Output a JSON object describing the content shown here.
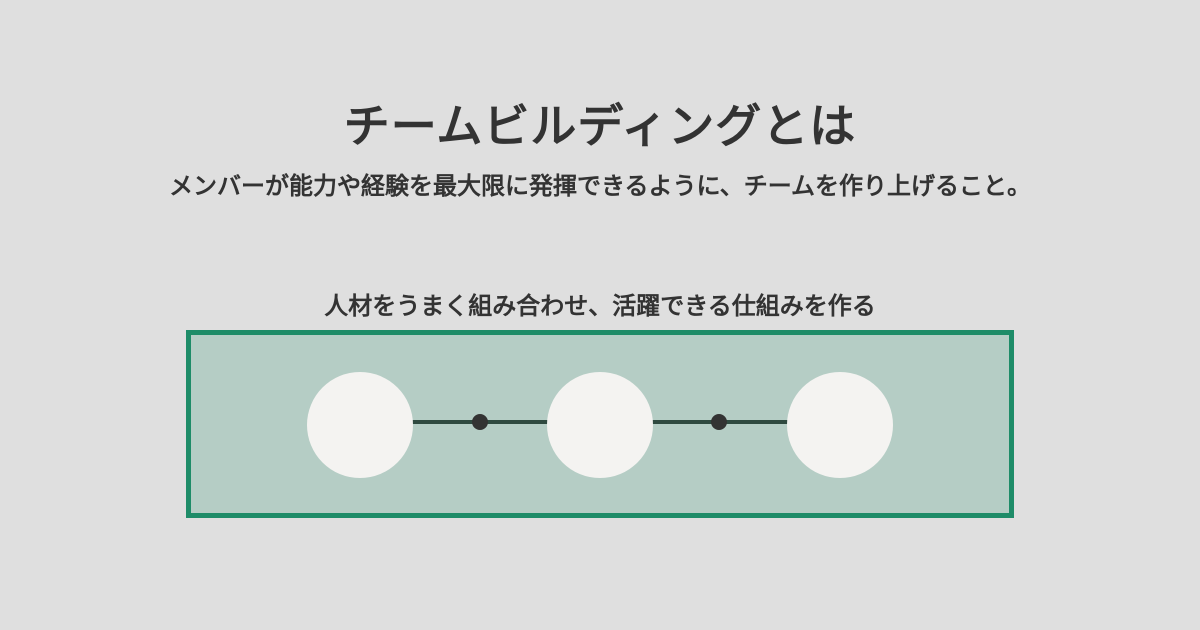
{
  "header": {
    "title": "チームビルディングとは",
    "subtitle": "メンバーが能力や経験を最大限に発揮できるように、チームを作り上げること。"
  },
  "diagram": {
    "caption": "人材をうまく組み合わせ、活躍できる仕組みを作る",
    "nodes": [
      {
        "label": ""
      },
      {
        "label": ""
      },
      {
        "label": ""
      }
    ],
    "colors": {
      "background": "#dfdfdf",
      "box_fill": "#b5cdc5",
      "box_border": "#1e8c68",
      "node_fill": "#f4f3f1",
      "connector": "#2f4a40",
      "text": "#333333"
    }
  }
}
